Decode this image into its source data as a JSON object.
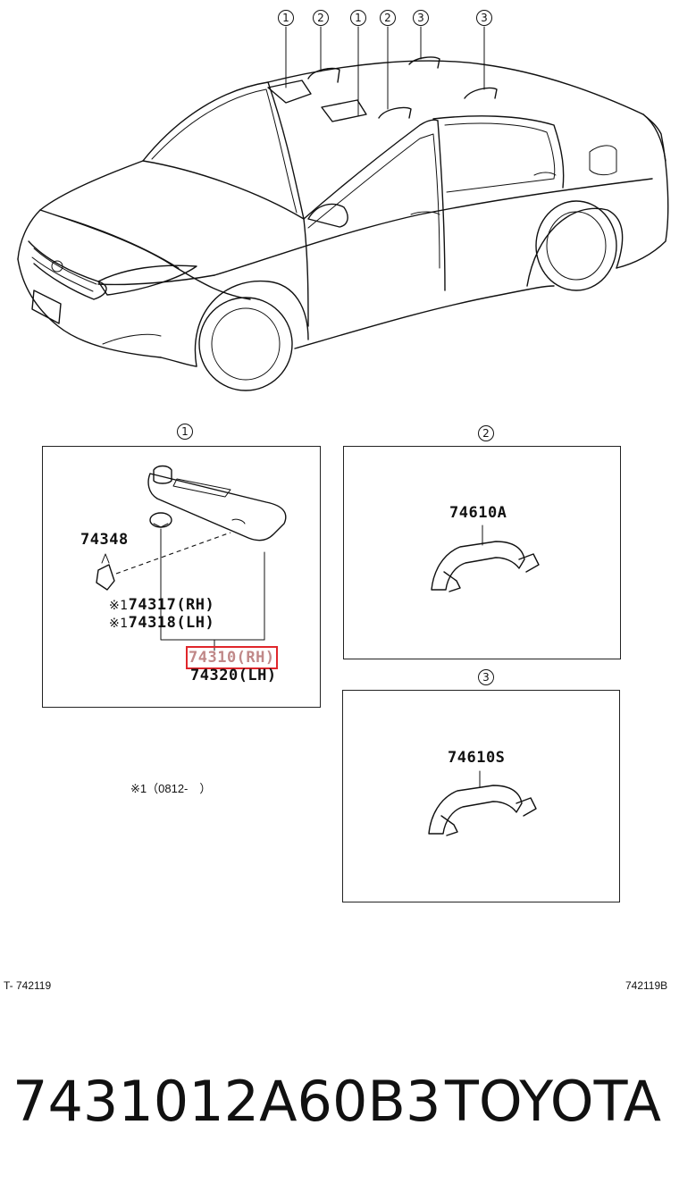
{
  "callouts_top": [
    "1",
    "2",
    "1",
    "2",
    "3",
    "3"
  ],
  "panels": [
    {
      "index": "1",
      "parts": {
        "clip": "74348",
        "holder_rh": "74317(RH)",
        "holder_lh": "74318(LH)",
        "visor_rh": "74310(RH)",
        "visor_lh": "74320(LH)",
        "note_mark": "※1"
      }
    },
    {
      "index": "2",
      "part": "74610A"
    },
    {
      "index": "3",
      "part": "74610S"
    }
  ],
  "footnote": "※1（0812-　）",
  "footer_left": "T- 742119",
  "footer_right": "742119B",
  "caption_number": "7431012A60B3",
  "caption_brand": "TOYOTA",
  "colors": {
    "highlight": "#e0262b"
  }
}
